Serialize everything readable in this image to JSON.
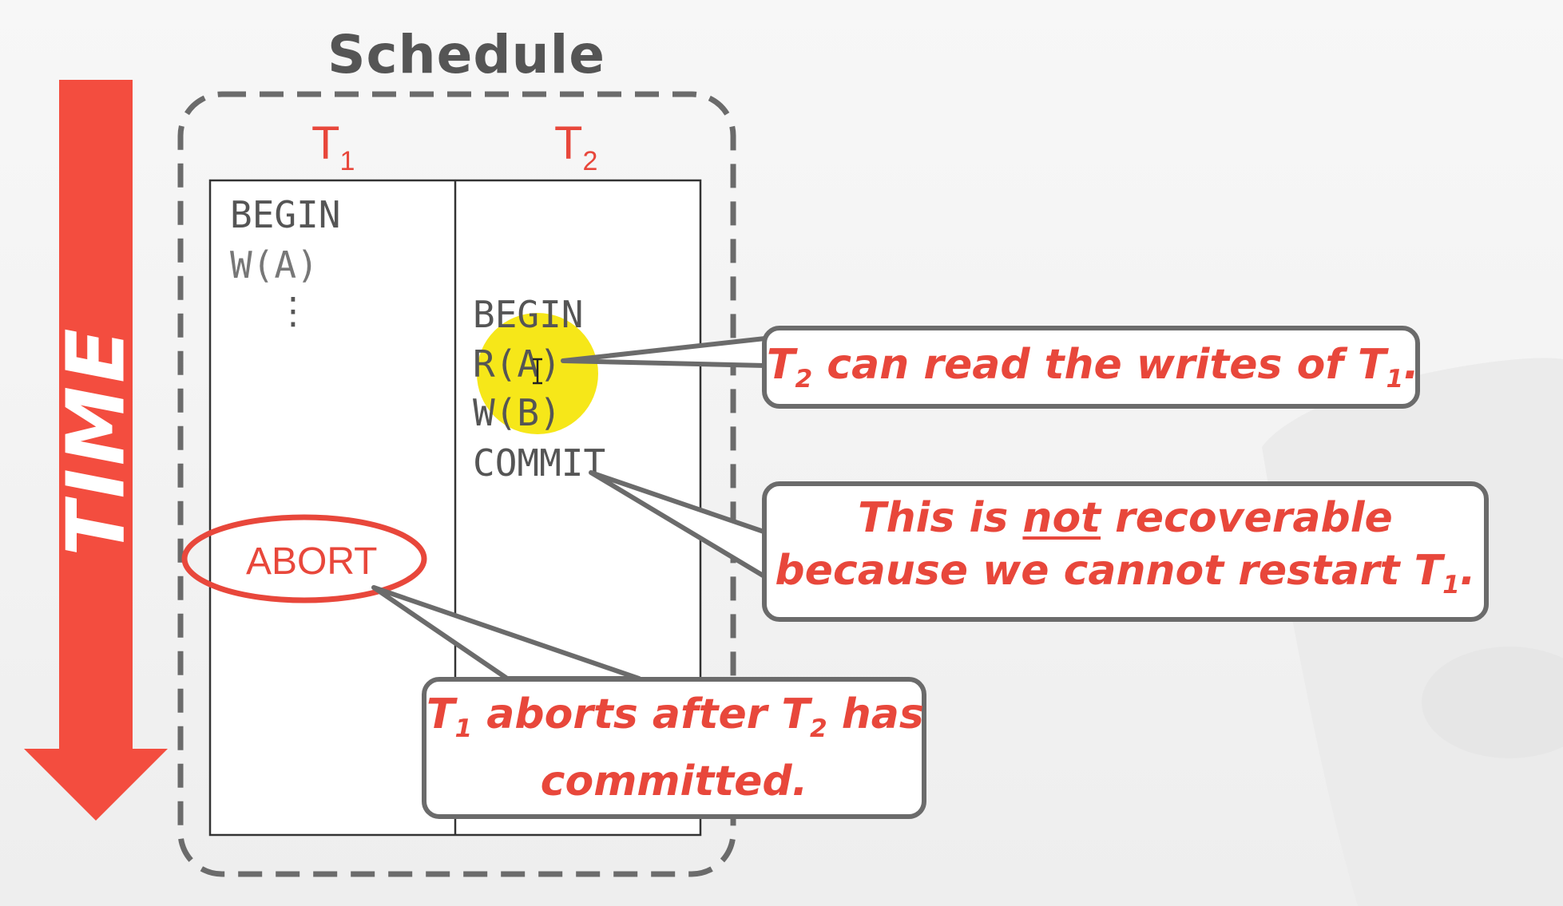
{
  "title": "Schedule",
  "axis_label": "TIME",
  "transactions": [
    {
      "name": "T",
      "sub": "1"
    },
    {
      "name": "T",
      "sub": "2"
    }
  ],
  "t1_ops": [
    "BEGIN",
    "W(A)",
    "⋮",
    "ABORT"
  ],
  "t2_ops": [
    "BEGIN",
    "R(A)",
    "W(B)",
    "COMMIT"
  ],
  "callouts": {
    "read": {
      "pre": "T",
      "sub": "2",
      "post": " can read the writes of T",
      "sub2": "1",
      "end": "."
    },
    "not_recoverable": {
      "l1_pre": "This is ",
      "l1_u": "not",
      "l1_post": " recoverable",
      "l2_pre": "because we cannot restart T",
      "l2_sub": "1",
      "l2_end": "."
    },
    "abort": {
      "l1_pre": "T",
      "l1_sub": "1",
      "l1_mid": " aborts after T",
      "l1_sub2": "2",
      "l1_post": " has",
      "l2": "committed."
    }
  },
  "colors": {
    "accent": "#e8473b",
    "border": "#6b6b6b",
    "highlight": "#f5e400"
  }
}
